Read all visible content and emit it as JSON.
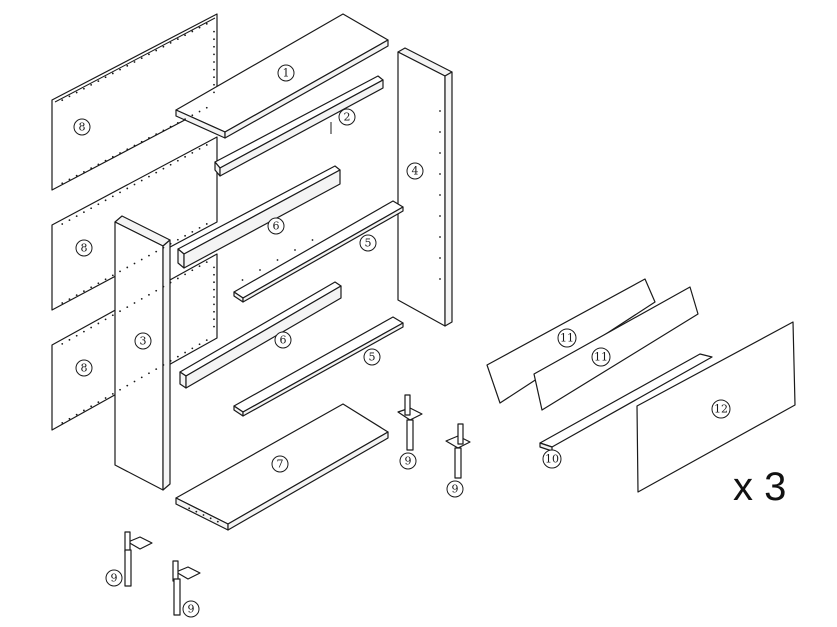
{
  "parts": [
    "1",
    "2",
    "3",
    "4",
    "5",
    "6",
    "7",
    "8",
    "9",
    "10",
    "11",
    "12"
  ],
  "multiplier": "x 3"
}
